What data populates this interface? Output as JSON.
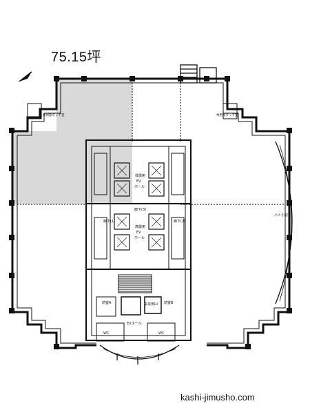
{
  "header": {
    "area": "75.15坪"
  },
  "labels": {
    "storage_left": "共用部タッチ室",
    "storage_right": "共用部タッチ室",
    "ev_hall_low": "低層用",
    "ev_hall_ev": "EV",
    "ev_hall_hall": "ホール",
    "ev_hall_high": "高層用",
    "corridor_top": "廊下(3)",
    "corridor_left": "廊下(1)",
    "corridor_right": "廊下(2)",
    "bay_window": "ハト小窓",
    "room_a": "前室A",
    "room_b": "前室B",
    "emergency_ev": "非常用EV",
    "ev_lobby": "EVホール",
    "wc_left": "WC",
    "wc_right": "WC"
  },
  "footer": {
    "site": "kashi-jimusho.com"
  },
  "colors": {
    "leased_area": "#d9d9d9",
    "wall": "#111111"
  }
}
